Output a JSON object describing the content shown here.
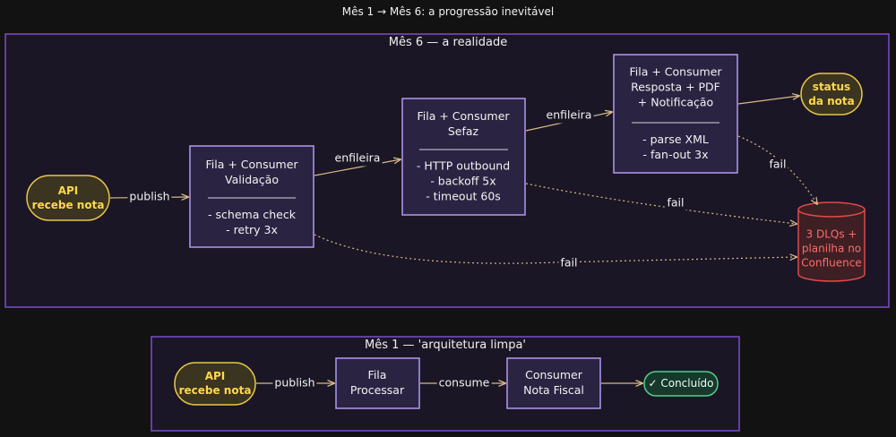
{
  "title": "Mês 1 → Mês 6: a progressão inevitável",
  "month6": {
    "frame_title": "Mês 6 — a realidade",
    "api": "API\nrecebe nota",
    "publish": "publish",
    "validacao": {
      "title": "Fila + Consumer\nValidação",
      "details": "- schema check\n- retry 3x"
    },
    "enfileira1": "enfileira",
    "sefaz": {
      "title": "Fila + Consumer\nSefaz",
      "details": "- HTTP outbound\n- backoff 5x\n- timeout 60s"
    },
    "enfileira2": "enfileira",
    "resposta": {
      "title": "Fila + Consumer\nResposta + PDF\n+ Notificação",
      "details": "- parse XML\n- fan-out 3x"
    },
    "status": "status\nda nota",
    "dlq": "3 DLQs +\nplanilha no\nConfluence",
    "fail1": "fail",
    "fail2": "fail",
    "fail3": "fail"
  },
  "month1": {
    "frame_title": "Mês 1 — 'arquitetura limpa'",
    "api": "API\nrecebe nota",
    "publish": "publish",
    "fila": "Fila\nProcessar",
    "consume": "consume",
    "consumer": "Consumer\nNota Fiscal",
    "done": "✓ Concluído"
  },
  "colors": {
    "frame": "#7c4dcc",
    "box_fill": "#2b2342",
    "box_stroke": "#b39af2",
    "api_fill": "#3a3420",
    "api_stroke": "#e8c64a",
    "db_fill": "#3d1f24",
    "db_stroke": "#e04a4a",
    "done_fill": "#16392c",
    "done_stroke": "#52d18a",
    "arrow": "#d8b98a"
  }
}
